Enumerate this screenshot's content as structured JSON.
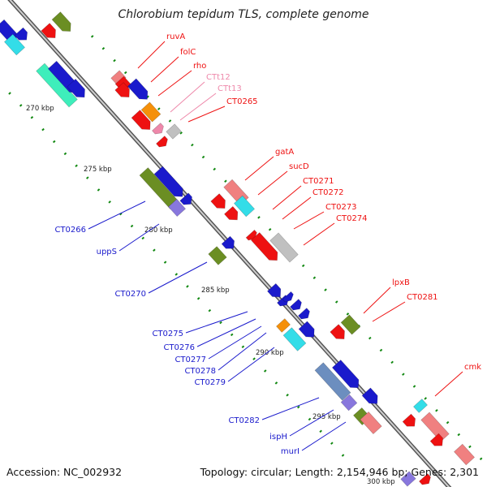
{
  "title": "Chlorobium tepidum TLS, complete genome",
  "footer": {
    "accession": "Accession: NC_002932",
    "topology": "Topology: circular; Length: 2,154,946 bp; Genes: 2,301"
  },
  "colors": {
    "red_gene": "#ee1111",
    "blue_gene": "#1a1acc",
    "olive_gene": "#6b8e23",
    "cyan_gene": "#33dde8",
    "salmon_gene": "#f08080",
    "orange_gene": "#f5900a",
    "gray_gene": "#c0c0c0",
    "purple_gene": "#8877dd",
    "teal_gene": "#3eeebb",
    "steel_gene": "#6c8ebf",
    "pink_label": "#ee88aa",
    "axis_tick": "#118811"
  },
  "kbp_ticks": [
    "270 kbp",
    "275 kbp",
    "280 kbp",
    "285 kbp",
    "290 kbp",
    "295 kbp",
    "300 kbp"
  ],
  "gene_labels": {
    "right": [
      "ruvA",
      "folC",
      "rho",
      "CTt12",
      "CTt13",
      "CT0265",
      "gatA",
      "sucD",
      "CT0271",
      "CT0272",
      "CT0273",
      "CT0274",
      "lpxB",
      "CT0281",
      "cmk"
    ],
    "left": [
      "CT0266",
      "uppS",
      "CT0270",
      "CT0275",
      "CT0276",
      "CT0277",
      "CT0278",
      "CT0279",
      "CT0282",
      "ispH",
      "murI"
    ]
  }
}
